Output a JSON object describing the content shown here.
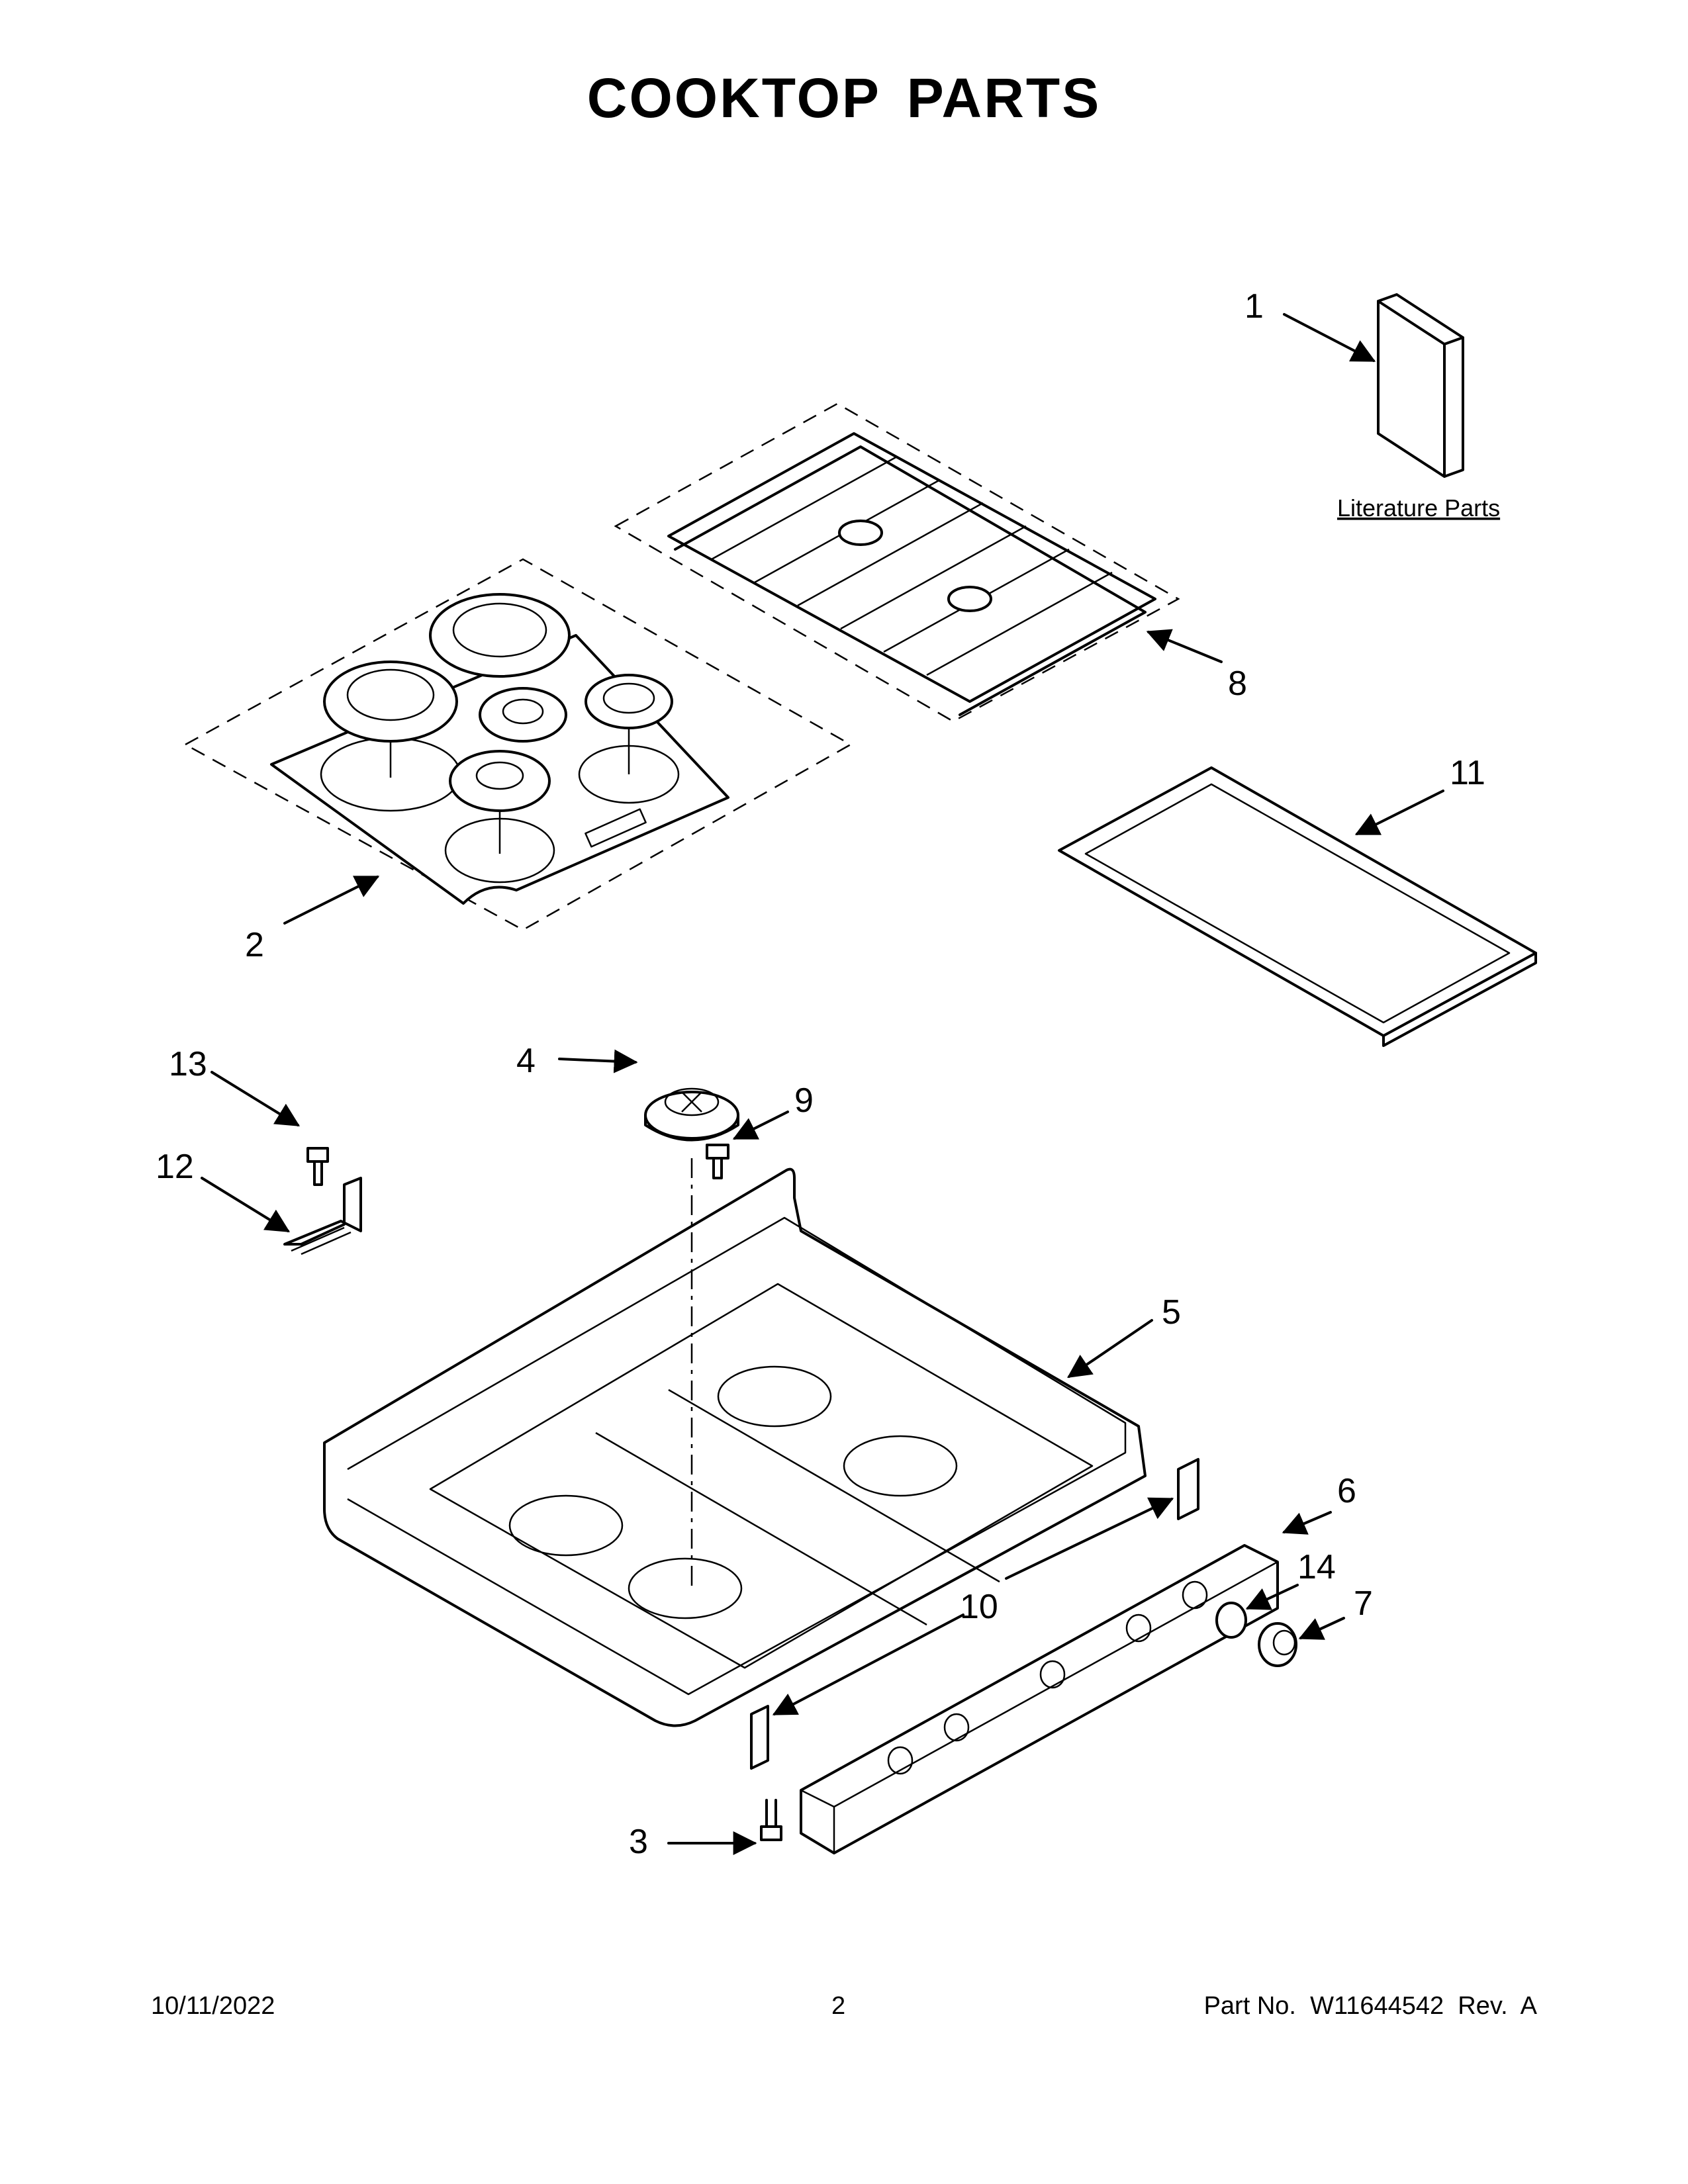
{
  "title": "COOKTOP PARTS",
  "literature_label": "Literature Parts",
  "callouts": {
    "c1": "1",
    "c2": "2",
    "c3": "3",
    "c4": "4",
    "c5": "5",
    "c6": "6",
    "c7": "7",
    "c8": "8",
    "c9": "9",
    "c10": "10",
    "c11": "11",
    "c12": "12",
    "c13": "13",
    "c14": "14"
  },
  "footer": {
    "date": "10/11/2022",
    "page": "2",
    "part_number": "Part No.  W11644542  Rev.  A"
  }
}
